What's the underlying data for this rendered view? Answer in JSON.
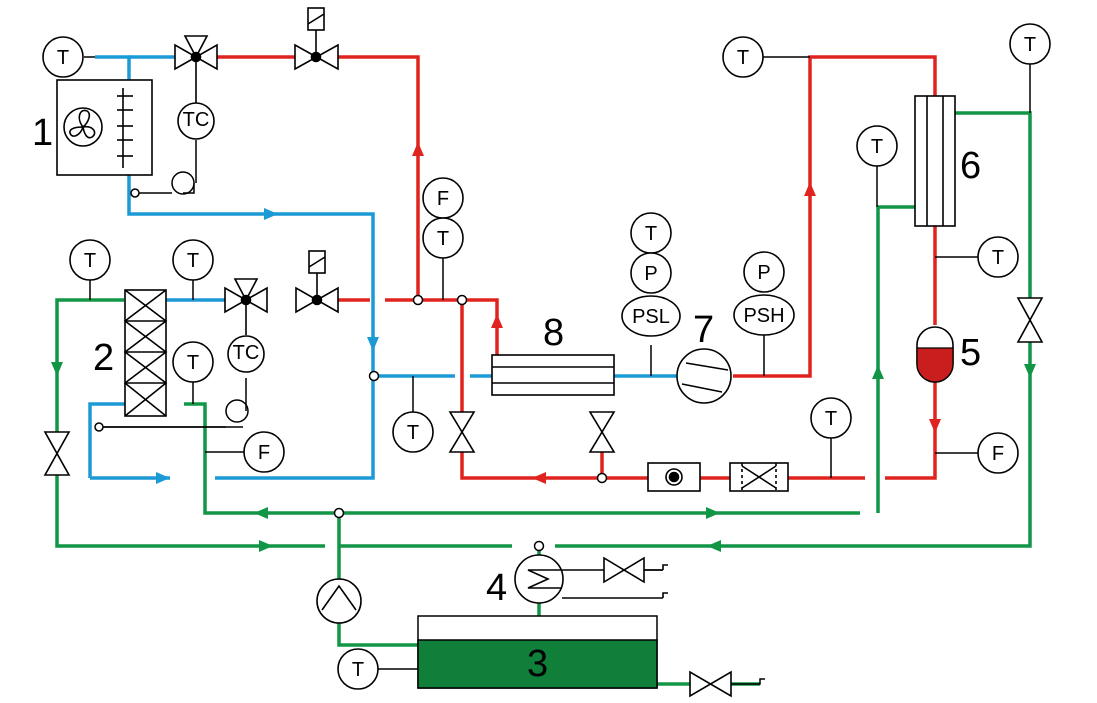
{
  "labels": {
    "T": "T",
    "F": "F",
    "P": "P",
    "PSL": "PSL",
    "PSH": "PSH",
    "TC": "TC"
  },
  "components": {
    "c1": "1",
    "c2": "2",
    "c3": "3",
    "c4": "4",
    "c5": "5",
    "c6": "6",
    "c7": "7",
    "c8": "8"
  },
  "colors": {
    "refrigerant_hot": "#e1231f",
    "refrigerant_cold": "#1c9ad6",
    "water": "#119646",
    "tank_fill": "#0f7f3a",
    "receiver_fill": "#c81e1e"
  }
}
